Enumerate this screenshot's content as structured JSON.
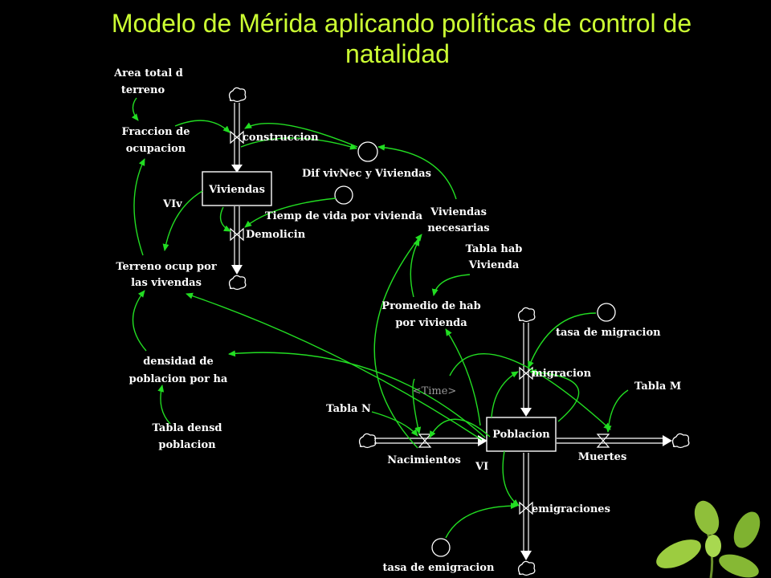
{
  "title": {
    "line1": "Modelo de Mérida aplicando políticas de control de",
    "line2": "natalidad"
  },
  "colors": {
    "background": "#000000",
    "title": "#ccff33",
    "links": "#22dd22",
    "text": "#ffffff"
  },
  "labels": {
    "area_total": [
      "Area total d",
      "terreno"
    ],
    "fraccion": [
      "Fraccion de",
      "ocupacion"
    ],
    "construccion": "construccion",
    "dif": "Dif vivNec y Viviendas",
    "viviendas": "Viviendas",
    "viv": "VIv",
    "tiemp": "Tiemp de vida por vivienda",
    "demolicin": "Demolicin",
    "terreno_ocup": [
      "Terreno ocup por",
      "las vivendas"
    ],
    "viviendas_nec": [
      "Viviendas",
      "necesarias"
    ],
    "tabla_hab": [
      "Tabla hab",
      "Vivienda"
    ],
    "promedio": [
      "Promedio de hab",
      "por vivienda"
    ],
    "tasa_migracion": "tasa de migracion",
    "densidad": [
      "densidad de",
      "poblacion por ha"
    ],
    "migracion": "migracion",
    "tabla_m": "Tabla M",
    "time": "<Time>",
    "tabla_n": "Tabla N",
    "poblacion": "Poblacion",
    "tabla_densd": [
      "Tabla densd",
      "poblacion"
    ],
    "nacimientos": "Nacimientos",
    "vi": "VI",
    "muertes": "Muertes",
    "emigraciones": "emigraciones",
    "tasa_emigracion": "tasa de emigracion"
  }
}
